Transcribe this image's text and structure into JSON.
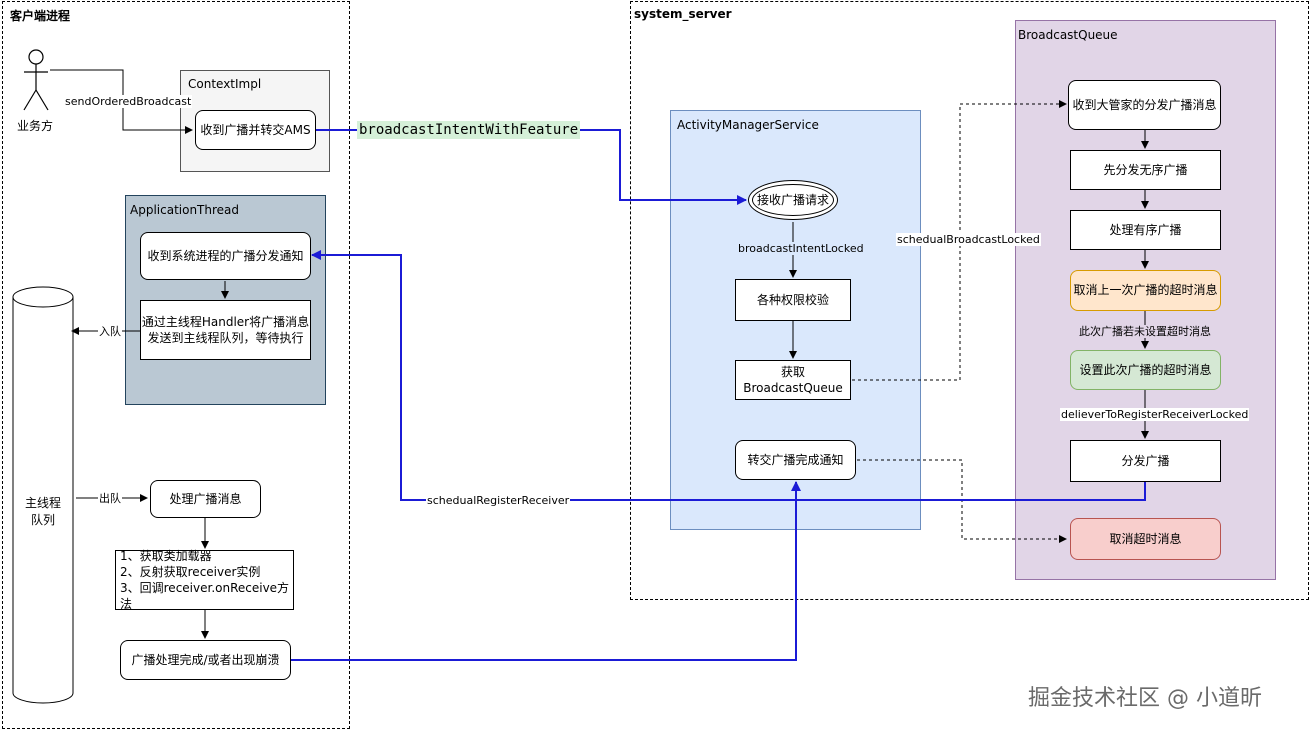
{
  "client_region": {
    "title": "客户端进程"
  },
  "server_region": {
    "title": "system_server"
  },
  "actor": {
    "label": "业务方",
    "send_label": "sendOrderedBroadcast"
  },
  "context_impl": {
    "title": "ContextImpl",
    "receive_box": "收到广播并转交AMS"
  },
  "intent_feature_label": "broadcastIntentWithFeature",
  "application_thread": {
    "title": "ApplicationThread",
    "notify_box": "收到系统进程的广播分发通知",
    "handler_box_line1": "通过主线程Handler将广播消息",
    "handler_box_line2": "发送到主线程队列，等待执行"
  },
  "main_queue": {
    "line1": "主线程",
    "line2": "队列",
    "enqueue_label": "入队",
    "dequeue_label": "出队"
  },
  "client_steps": {
    "process_box": "处理广播消息",
    "detail_line1": "1、获取类加载器",
    "detail_line2": "2、反射获取receiver实例",
    "detail_line3": "3、回调receiver.onReceive方法",
    "complete_box": "广播处理完成/或者出现崩溃"
  },
  "ams": {
    "title": "ActivityManagerService",
    "receive_node": "接收广播请求",
    "intent_locked_label": "broadcastIntentLocked",
    "permission_box": "各种权限校验",
    "get_queue_line1": "获取",
    "get_queue_line2": "BroadcastQueue",
    "forward_complete_box": "转交广播完成通知"
  },
  "schedule_locked_label": "schedualBroadcastLocked",
  "schedule_register_label": "schedualRegisterReceiver",
  "broadcast_queue": {
    "title": "BroadcastQueue",
    "receive_box": "收到大管家的分发广播消息",
    "unordered_box": "先分发无序广播",
    "ordered_box": "处理有序广播",
    "cancel_prev_box": "取消上一次广播的超时消息",
    "no_timeout_label": "此次广播若未设置超时消息",
    "set_timeout_box": "设置此次广播的超时消息",
    "deliver_label": "delieverToRegisterReceiverLocked",
    "dispatch_box": "分发广播",
    "cancel_timeout_box": "取消超时消息"
  },
  "watermark": "掘金技术社区 @ 小道昕",
  "colors": {
    "flow_blue": "#1b1bd6",
    "ams_fill": "#dae8fc",
    "queue_fill": "#e1d5e7",
    "thread_fill": "#bac8d3",
    "context_fill": "#f5f5f5",
    "orange_fill": "#ffe6cc",
    "green_fill": "#d5e8d4",
    "red_fill": "#f8cecc",
    "highlight": "#d5f0d8"
  }
}
